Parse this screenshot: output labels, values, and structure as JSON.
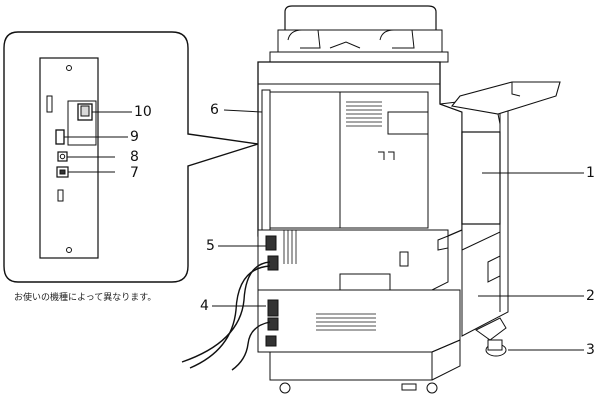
{
  "caption": "お使いの機種によって異なります。",
  "callouts": [
    {
      "id": "1",
      "label": "1"
    },
    {
      "id": "2",
      "label": "2"
    },
    {
      "id": "3",
      "label": "3"
    },
    {
      "id": "4",
      "label": "4"
    },
    {
      "id": "5",
      "label": "5"
    },
    {
      "id": "6",
      "label": "6"
    },
    {
      "id": "7",
      "label": "7"
    },
    {
      "id": "8",
      "label": "8"
    },
    {
      "id": "9",
      "label": "9"
    },
    {
      "id": "10",
      "label": "10"
    }
  ],
  "colors": {
    "line": "#111111",
    "body": "#ffffff",
    "shade": "#d9d9d9",
    "dark": "#333333"
  }
}
